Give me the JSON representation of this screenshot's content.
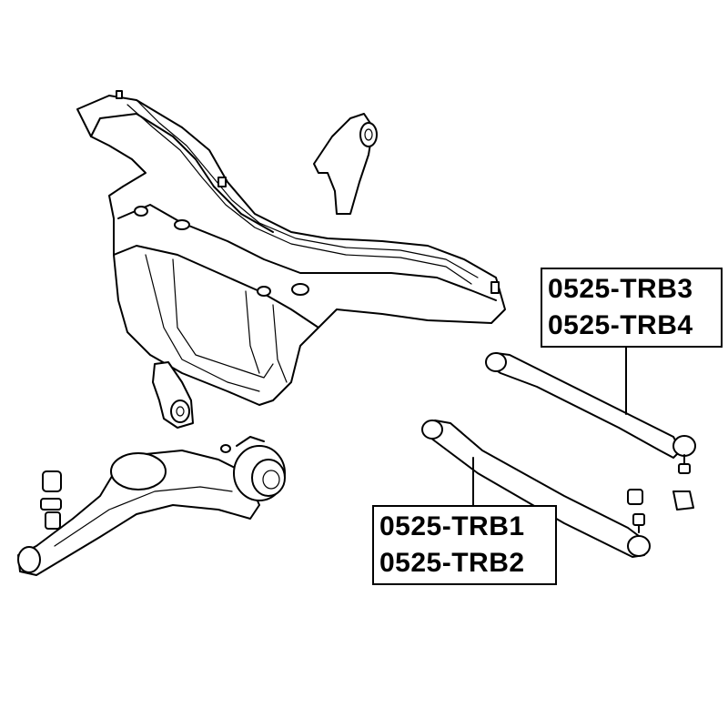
{
  "labels": {
    "upper_arms": [
      "0525-TRB3",
      "0525-TRB4"
    ],
    "lower_arms": [
      "0525-TRB1",
      "0525-TRB2"
    ]
  },
  "colors": {
    "line": "#000000",
    "background": "#ffffff"
  }
}
